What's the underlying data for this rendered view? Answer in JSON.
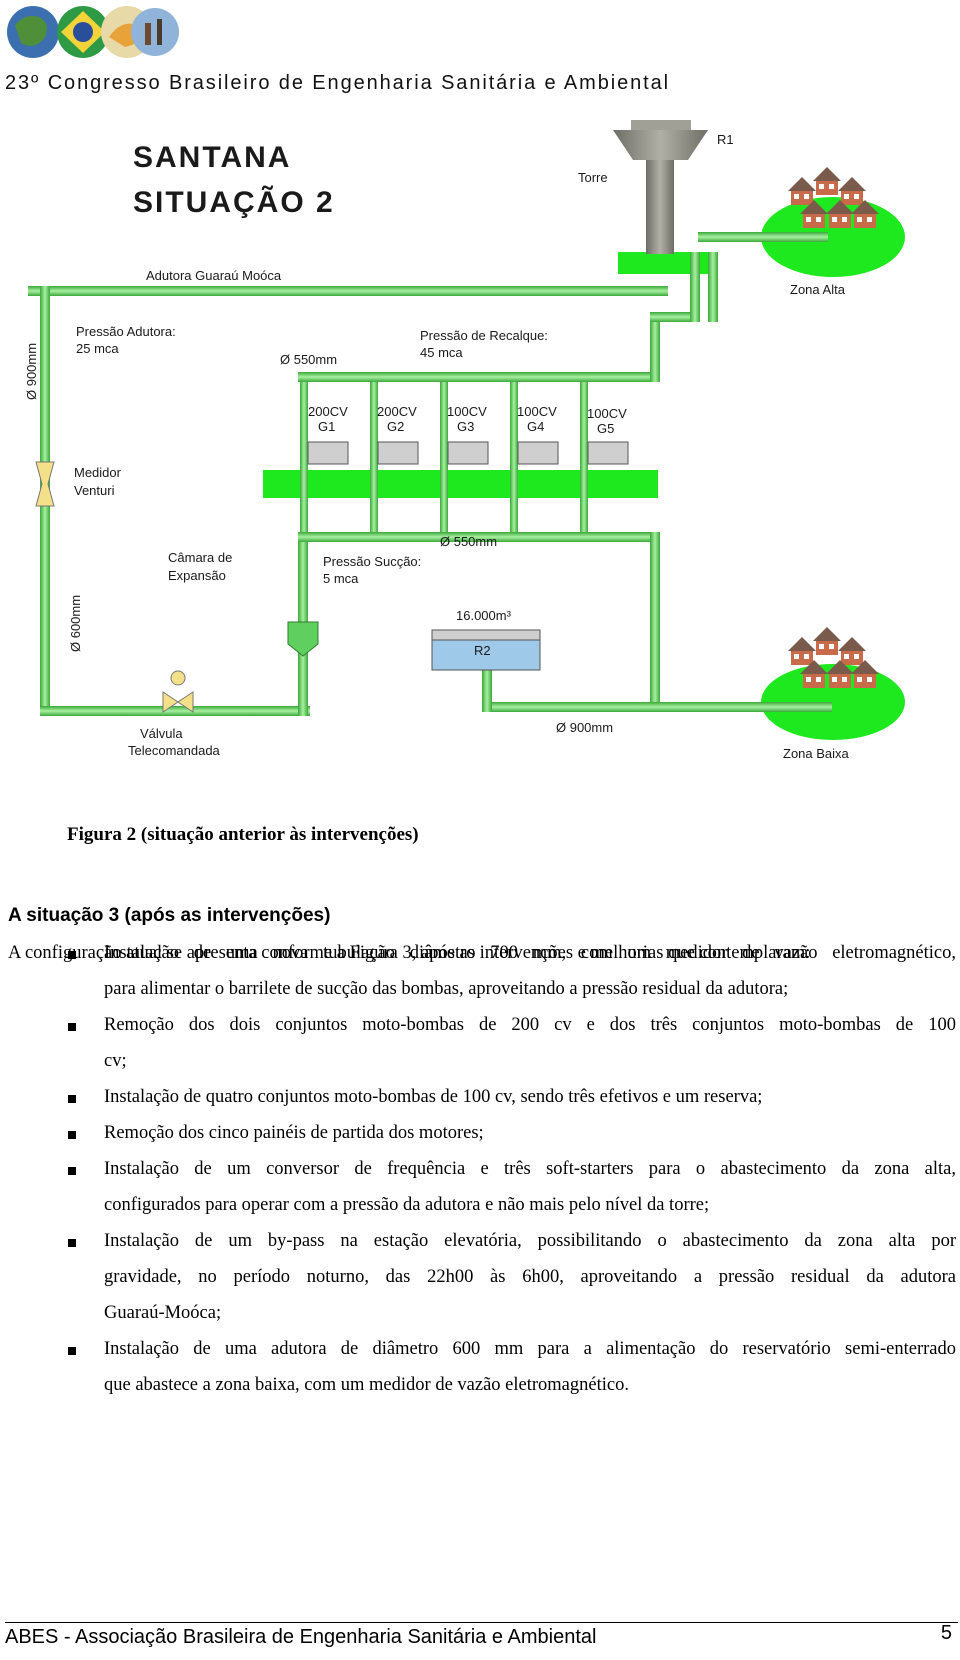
{
  "header": {
    "title": "23º Congresso Brasileiro de Engenharia Sanitária e Ambiental"
  },
  "figure": {
    "title_line1": "SANTANA",
    "title_line2": "SITUAÇÃO 2",
    "labels": {
      "adutora": "Adutora Guaraú Moóca",
      "pressao_adutora_1": "Pressão Adutora:",
      "pressao_adutora_2": "25 mca",
      "d900_left": "Ø 900mm",
      "d550_top": "Ø 550mm",
      "pressao_recalque_1": "Pressão de Recalque:",
      "pressao_recalque_2": "45 mca",
      "torre": "Torre",
      "r1": "R1",
      "zona_alta": "Zona Alta",
      "medidor_1": "Medidor",
      "medidor_2": "Venturi",
      "camara_1": "Câmara de",
      "camara_2": "Expansão",
      "pressao_succao_1": "Pressão Sucção:",
      "pressao_succao_2": "5 mca",
      "d550_bottom": "Ø 550mm",
      "d600": "Ø 600mm",
      "volume": "16.000m³",
      "r2": "R2",
      "d900_bottom": "Ø 900mm",
      "valvula_1": "Válvula",
      "valvula_2": "Telecomandada",
      "zona_baixa": "Zona Baixa"
    },
    "pumps": [
      {
        "power": "200CV",
        "id": "G1"
      },
      {
        "power": "200CV",
        "id": "G2"
      },
      {
        "power": "100CV",
        "id": "G3"
      },
      {
        "power": "100CV",
        "id": "G4"
      },
      {
        "power": "100CV",
        "id": "G5"
      }
    ],
    "colors": {
      "pipe": "#7fe07a",
      "pipe_dark": "#3a9a3a",
      "zone": "#1ee81e",
      "tower": "#8a8a80",
      "house": "#c0392b"
    },
    "caption": "Figura 2 (situação anterior às intervenções)"
  },
  "section": {
    "heading": "A situação 3 (após as intervenções)",
    "intro": "A configuração atual se apresenta conforme a Figura 3, após as intervenções e melhorias que contemplaram:",
    "bullets": [
      [
        "Instalação de uma nova tubulação diâmetro 700 mm, com um medidor de vazão eletromagnético,",
        "para alimentar o barrilete de sucção das bombas, aproveitando a pressão residual da adutora;"
      ],
      [
        "Remoção dos dois conjuntos moto-bombas de 200 cv e dos três conjuntos moto-bombas de 100",
        "cv;"
      ],
      [
        "Instalação de quatro conjuntos moto-bombas de 100 cv, sendo três efetivos e um reserva;"
      ],
      [
        "Remoção dos cinco painéis de partida dos motores;"
      ],
      [
        "Instalação de um conversor de frequência e três soft-starters para o abastecimento da zona alta,",
        "configurados para operar com a pressão da adutora e não mais pelo nível da torre;"
      ],
      [
        "Instalação de um by-pass na estação elevatória, possibilitando o abastecimento da zona alta por",
        "gravidade, no período noturno, das 22h00 às 6h00, aproveitando a pressão residual da adutora",
        "Guaraú-Moóca;"
      ],
      [
        "Instalação de uma adutora de diâmetro 600 mm para a alimentação do reservatório semi-enterrado",
        "que abastece a zona baixa, com um medidor de vazão eletromagnético."
      ]
    ]
  },
  "footer": {
    "text": "ABES - Associação Brasileira de Engenharia Sanitária e Ambiental",
    "page": "5"
  }
}
